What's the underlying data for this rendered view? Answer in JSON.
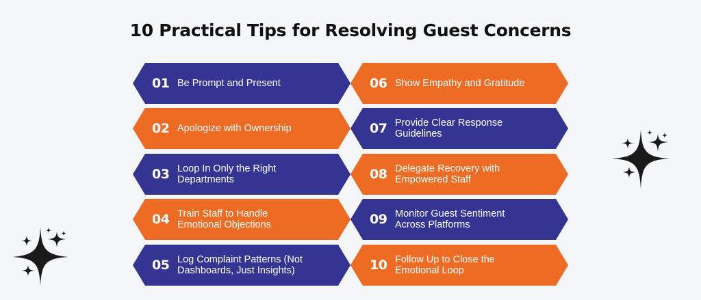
{
  "title": "10 Practical Tips for Resolving Guest Concerns",
  "colors": {
    "background": "#f5f6f8",
    "navy": "#343493",
    "orange": "#ee6b23",
    "title": "#111111",
    "sparkle": "#1a1a1a"
  },
  "tips": [
    {
      "number": "01",
      "label": "Be Prompt and Present",
      "color": "navy"
    },
    {
      "number": "02",
      "label": "Apologize with Ownership",
      "color": "orange"
    },
    {
      "number": "03",
      "label": "Loop In Only the Right Departments",
      "color": "navy"
    },
    {
      "number": "04",
      "label": "Train Staff to Handle Emotional Objections",
      "color": "orange"
    },
    {
      "number": "05",
      "label": "Log Complaint Patterns (Not Dashboards, Just Insights)",
      "color": "navy"
    },
    {
      "number": "06",
      "label": "Show Empathy and Gratitude",
      "color": "orange"
    },
    {
      "number": "07",
      "label": "Provide Clear Response Guidelines",
      "color": "navy"
    },
    {
      "number": "08",
      "label": "Delegate Recovery with Empowered Staff",
      "color": "orange"
    },
    {
      "number": "09",
      "label": "Monitor Guest Sentiment Across Platforms",
      "color": "navy"
    },
    {
      "number": "10",
      "label": "Follow Up to Close the Emotional Loop",
      "color": "orange"
    }
  ],
  "decorations": {
    "top_right": "sparkle-cluster-icon",
    "bottom_left": "sparkle-cluster-icon"
  }
}
